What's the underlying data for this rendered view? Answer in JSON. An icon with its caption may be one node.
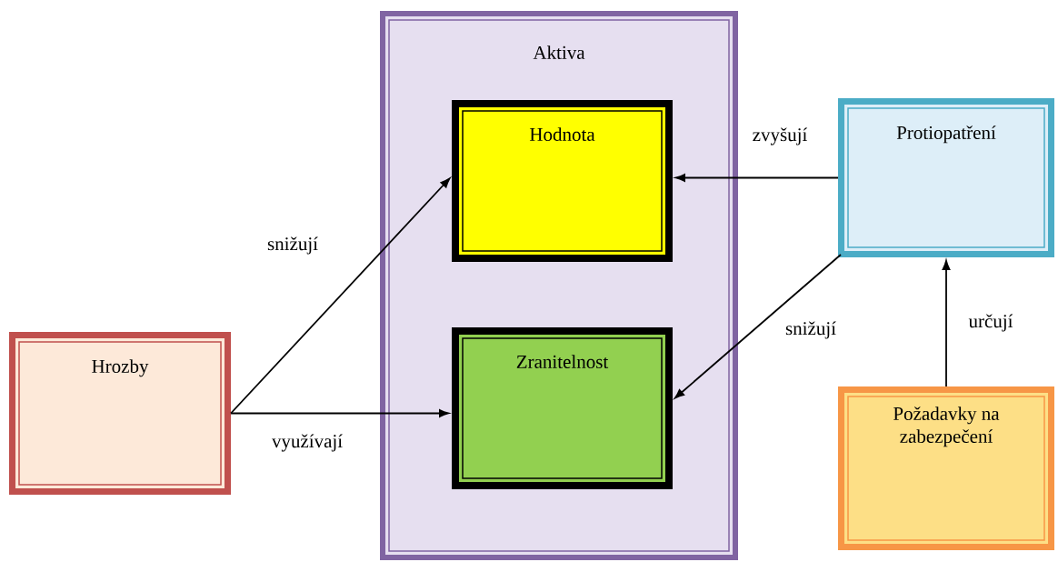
{
  "diagram": {
    "nodes": [
      {
        "text": [
          "Aktiva"
        ]
      },
      {
        "text": [
          "Hodnota"
        ],
        "in": 0
      },
      {
        "text": [
          "Zranitelnost"
        ],
        "in": 0
      },
      {
        "text": [
          "Hrozby"
        ]
      },
      {
        "text": [
          "Protiopatření"
        ]
      },
      {
        "text": [
          "Požadavky na zabezpečení"
        ]
      }
    ],
    "edges": [
      {
        "from": 3,
        "to": 1,
        "arrow": "to",
        "label": "snižují"
      },
      {
        "from": 3,
        "to": 2,
        "arrow": "to",
        "label": "využívají"
      },
      {
        "from": 4,
        "to": 1,
        "arrow": "to",
        "label": "zvyšují"
      },
      {
        "from": 4,
        "to": 2,
        "arrow": "to",
        "label": "snižují"
      },
      {
        "from": 5,
        "to": 4,
        "arrow": "to",
        "label": "určují"
      }
    ]
  }
}
